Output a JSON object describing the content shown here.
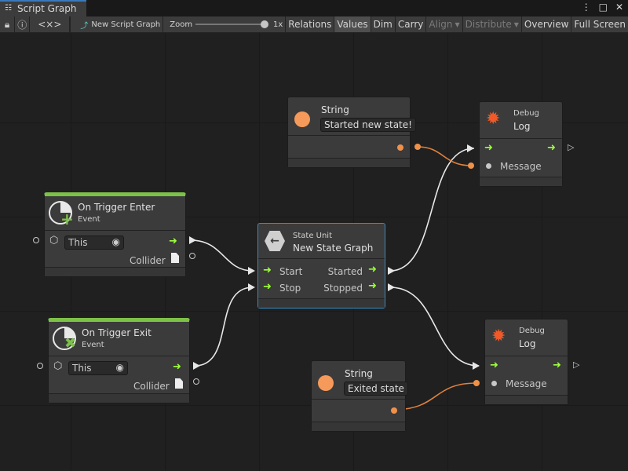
{
  "window": {
    "tab_title": "Script Graph",
    "menu_icon": "kebab-icon",
    "maximize_icon": "maximize-icon",
    "close_icon": "close-icon"
  },
  "toolbar": {
    "graph_name": "New Script Graph",
    "zoom_label": "Zoom",
    "zoom_value": "1x",
    "zoom_level": 1.0,
    "buttons": [
      "Relations",
      "Values",
      "Dim",
      "Carry",
      "Align",
      "Distribute",
      "Overview",
      "Full Screen"
    ],
    "active": "Values",
    "disabled": [
      "Align",
      "Distribute"
    ]
  },
  "colors": {
    "accent": "#3a79bb",
    "flow": "#9cff3a",
    "string": "#f0914a",
    "event_bar": "#7dc248",
    "debug": "#f05a28"
  },
  "nodes": {
    "string1": {
      "title": "String",
      "value": "Started new state!"
    },
    "string2": {
      "title": "String",
      "value": "Exited state"
    },
    "debug1": {
      "subtitle": "Debug",
      "title": "Log",
      "message": "Message"
    },
    "debug2": {
      "subtitle": "Debug",
      "title": "Log",
      "message": "Message"
    },
    "enter": {
      "title": "On Trigger Enter",
      "subtitle": "Event",
      "target": "This",
      "output": "Collider"
    },
    "exit": {
      "title": "On Trigger Exit",
      "subtitle": "Event",
      "target": "This",
      "output": "Collider"
    },
    "state": {
      "subtitle": "State Unit",
      "title": "New  State  Graph",
      "start": "Start",
      "stop": "Stop",
      "started": "Started",
      "stopped": "Stopped"
    }
  }
}
